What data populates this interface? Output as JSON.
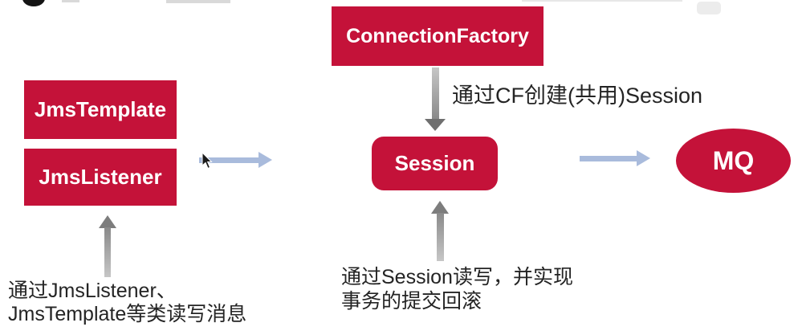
{
  "diagram": {
    "nodes": {
      "connection_factory": "ConnectionFactory",
      "jms_template": "JmsTemplate",
      "jms_listener": "JmsListener",
      "session": "Session",
      "mq": "MQ"
    },
    "annotations": {
      "cf_to_session": "通过CF创建(共用)Session",
      "session_usage_line1": "通过Session读写，并实现",
      "session_usage_line2": "事务的提交回滚",
      "jms_usage_line1": "通过JmsListener、",
      "jms_usage_line2": "JmsTemplate等类读写消息"
    },
    "colors": {
      "node_red": "#C41239",
      "arrow_blue": "#A9BBDC",
      "arrow_gray": "#8E8E8E",
      "text": "#242424"
    }
  }
}
